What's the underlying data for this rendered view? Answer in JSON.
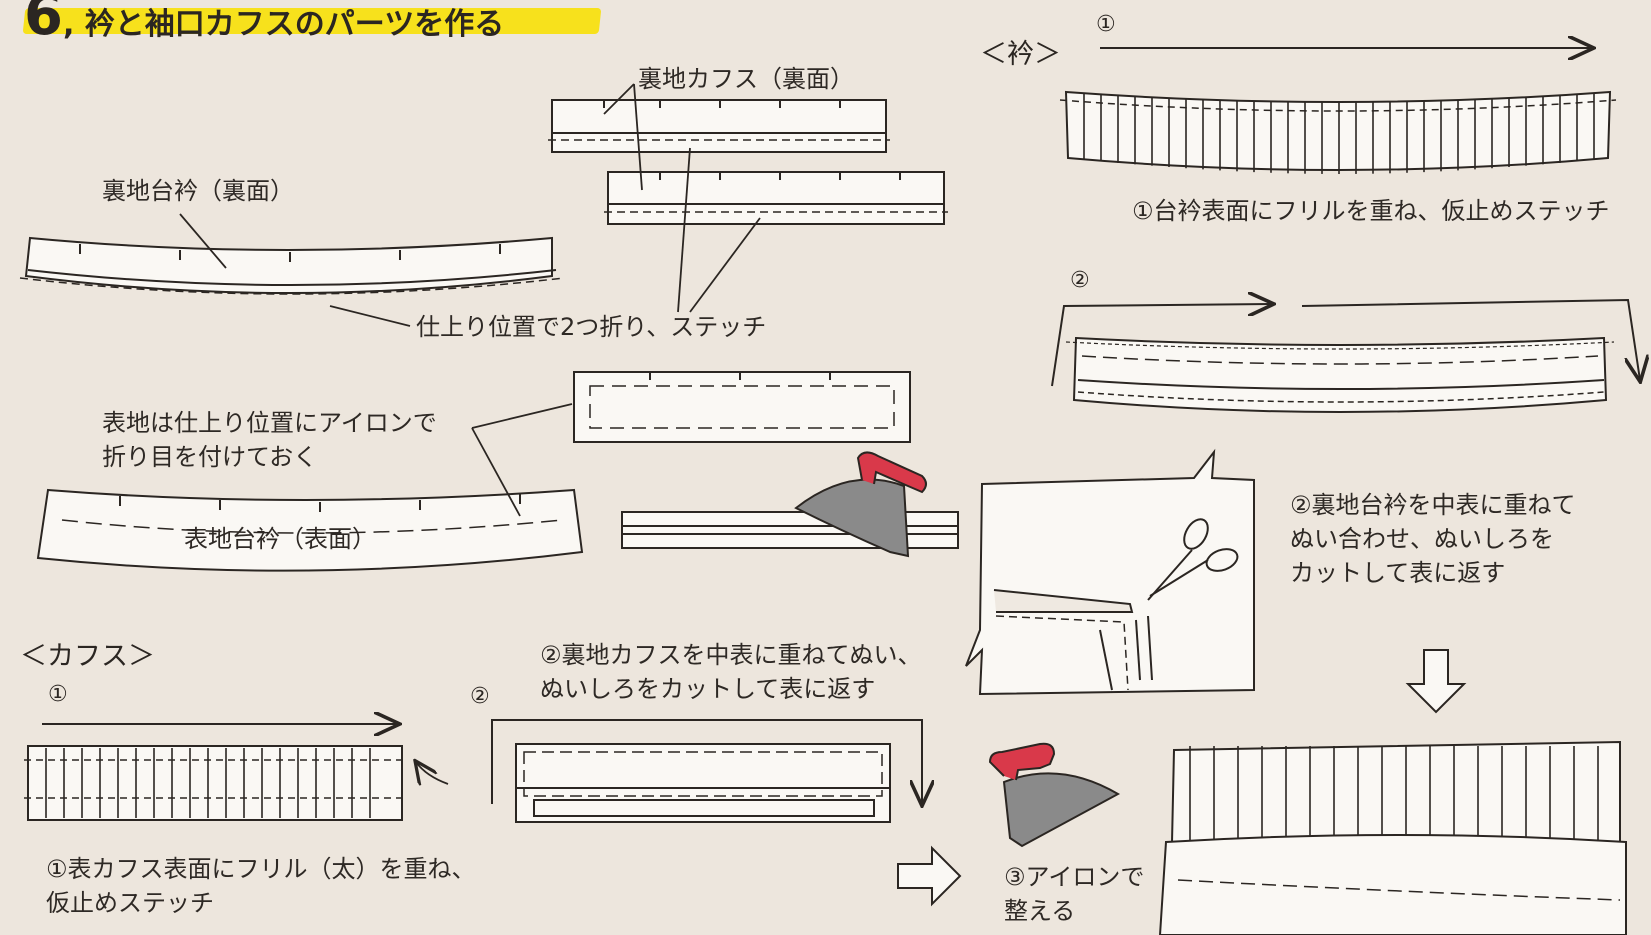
{
  "title": {
    "number": "6",
    "text": ", 衿と袖口カフスのパーツを作る"
  },
  "sections": {
    "collar": "＜衿＞",
    "cuffs": "＜カフス＞"
  },
  "steps": {
    "s1": "①",
    "s2": "②"
  },
  "labels": {
    "lining_cuffs_back": "裏地カフス（裏面）",
    "lining_band_back": "裏地台衿（裏面）",
    "fold_stitch": "仕上り位置で2つ折り、ステッチ",
    "outer_iron_line1": "表地は仕上り位置にアイロンで",
    "outer_iron_line2": "折り目を付けておく",
    "outer_band_front": "表地台衿（表面）",
    "collar_step1": "①台衿表面にフリルを重ね、仮止めステッチ",
    "collar_step2_line1": "②裏地台衿を中表に重ねて",
    "collar_step2_line2": "ぬい合わせ、ぬいしろを",
    "collar_step2_line3": "カットして表に返す",
    "cuffs_step2_line1": "②裏地カフスを中表に重ねてぬい、",
    "cuffs_step2_line2": "ぬいしろをカットして表に返す",
    "cuffs_step1_line1": "①表カフス表面にフリル（太）を重ね、",
    "cuffs_step1_line2": "仮止めステッチ",
    "step3_line1": "③アイロンで",
    "step3_line2": "整える"
  },
  "colors": {
    "background": "#ede6dd",
    "highlight": "#f7e11c",
    "fabric": "#faf8f4",
    "iron_handle": "#d9394a",
    "iron_body": "#8a8a8a",
    "ink": "#2b2622"
  },
  "icons": [
    "iron-icon",
    "scissors-icon",
    "down-arrow-icon",
    "right-arrow-icon"
  ]
}
